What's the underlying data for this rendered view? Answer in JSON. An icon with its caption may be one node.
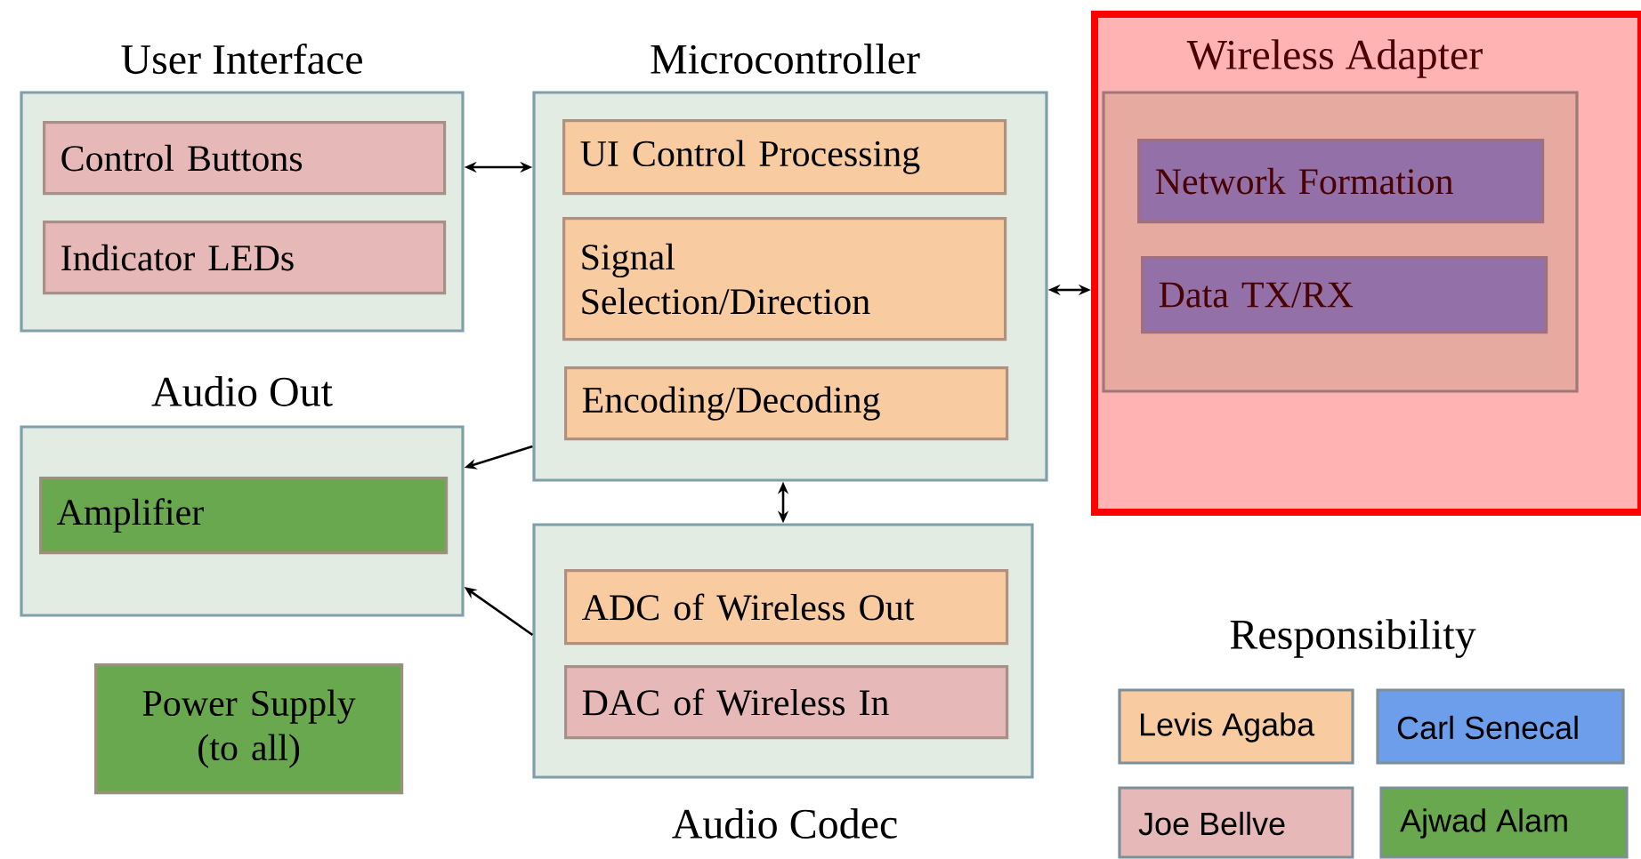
{
  "diagram": {
    "nodes": [
      {
        "text": [
          "User Interface"
        ]
      },
      {
        "text": [
          "Control Buttons"
        ],
        "in": 0
      },
      {
        "text": [
          "Indicator LEDs"
        ],
        "in": 0
      },
      {
        "text": [
          "Microcontroller"
        ]
      },
      {
        "text": [
          "UI Control Processing"
        ],
        "in": 3
      },
      {
        "text": [
          "Signal Selection/Direction"
        ],
        "in": 3
      },
      {
        "text": [
          "Encoding/Decoding"
        ],
        "in": 3
      },
      {
        "text": [
          "Audio Out"
        ]
      },
      {
        "text": [
          "Amplifier"
        ],
        "in": 7
      },
      {
        "text": [
          "Power Supply (to all)"
        ]
      },
      {
        "text": [
          "Audio Codec"
        ]
      },
      {
        "text": [
          "ADC of Wireless Out"
        ],
        "in": 10
      },
      {
        "text": [
          "DAC of Wireless In"
        ],
        "in": 10
      },
      {
        "text": [
          "Wireless Adapter"
        ]
      },
      {
        "text": [],
        "shape": "box",
        "in": 13
      },
      {
        "text": [
          "Network Formation"
        ],
        "in": 14
      },
      {
        "text": [
          "Data TX/RX"
        ],
        "in": 14
      }
    ],
    "edges": [
      {
        "from": 0,
        "to": 3,
        "arrow": "both"
      },
      {
        "from": 3,
        "to": 13,
        "arrow": "both"
      },
      {
        "from": 3,
        "to": 7,
        "arrow": "to"
      },
      {
        "from": 10,
        "to": 7,
        "arrow": "to"
      },
      {
        "from": 3,
        "to": 10,
        "arrow": "both"
      }
    ],
    "labels": [
      "Responsibility"
    ],
    "legend": [
      {
        "text": "Levis Agaba",
        "color": "#f8cba0"
      },
      {
        "text": "Carl Senecal",
        "color": "#6d9eeb"
      },
      {
        "text": "Joe Bellve",
        "color": "#e6b8b7"
      },
      {
        "text": "Ajwad Alam",
        "color": "#6aa84f"
      }
    ]
  }
}
